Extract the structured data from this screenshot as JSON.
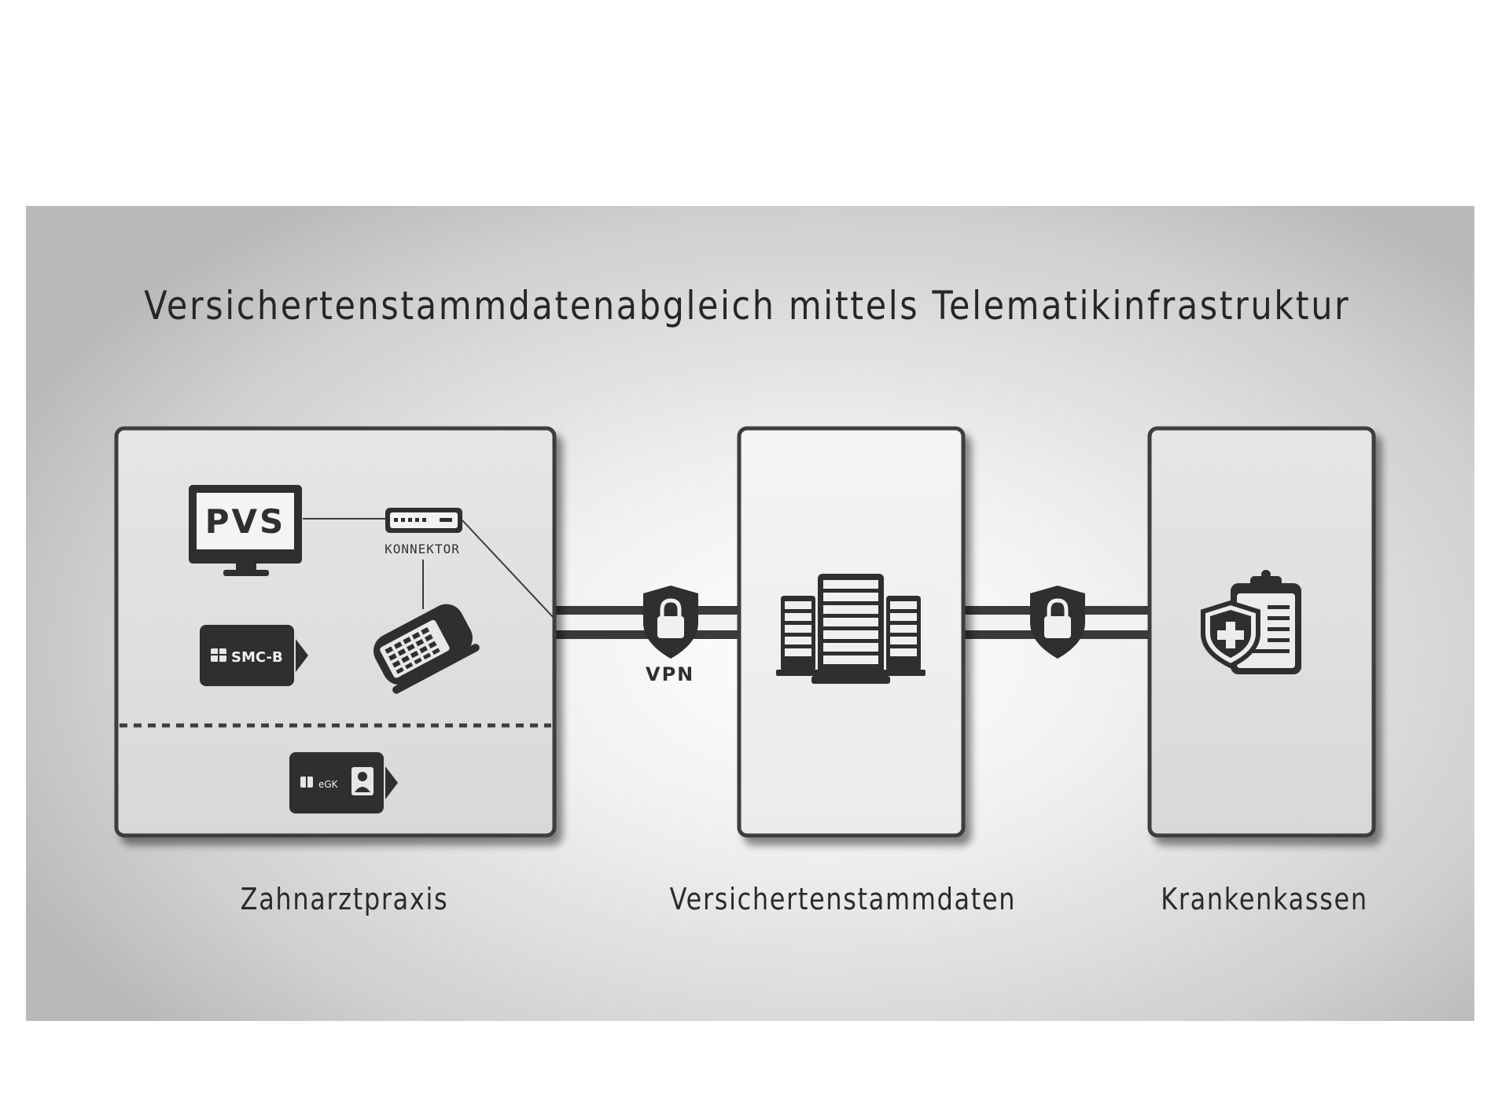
{
  "title": "Versichertenstammdatenabgleich mittels Telematikinfrastruktur",
  "labels": {
    "pvs": "PVS",
    "konnektor": "KONNEKTOR",
    "smcb": "SMC-B",
    "egk": "eGK",
    "vpn": "VPN"
  },
  "captions": {
    "praxis": "Zahnarztpraxis",
    "stammdaten": "Versichertenstammdaten",
    "kassen": "Krankenkassen"
  },
  "icons": {
    "pvs": "monitor-icon",
    "konnektor": "router-icon",
    "terminal": "card-terminal-icon",
    "smcb": "smart-card-icon",
    "egk": "health-card-icon",
    "vpn": "shield-lock-icon",
    "server": "server-rack-icon",
    "kassen": "clipboard-shield-icon"
  }
}
